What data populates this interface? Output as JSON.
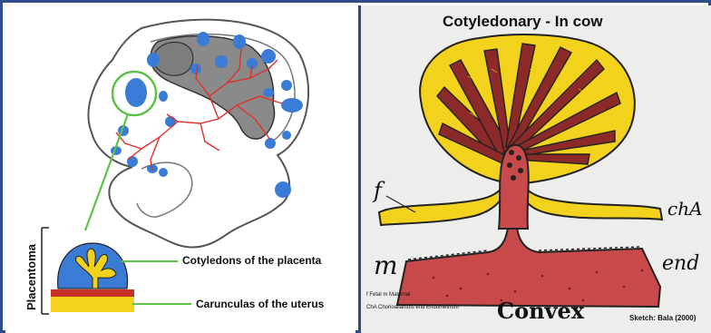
{
  "left_panel": {
    "placentoma_label": "Placentoma",
    "cotyledons_label": "Cotyledons of the placenta",
    "carunculas_label": "Carunculas of the uterus"
  },
  "right_panel": {
    "title": "Cotyledonary - In cow",
    "label_f": "f",
    "label_cha": "chA",
    "label_m": "m",
    "label_end": "end",
    "legend_line1": "f  Fetal  m  Maternal",
    "legend_line2": "ChA  Chorioallantois  end  Endometrium",
    "convex_label": "Convex",
    "credit": "Sketch: Bala (2000)"
  },
  "colors": {
    "frame": "#2f4d8a",
    "cotyledon_blue": "#3a7bd5",
    "vessel_red": "#e0302a",
    "yellow": "#f2d21c",
    "maroon": "#8c2a2a",
    "pink": "#c94a4a",
    "line_green": "#5cc24a"
  }
}
